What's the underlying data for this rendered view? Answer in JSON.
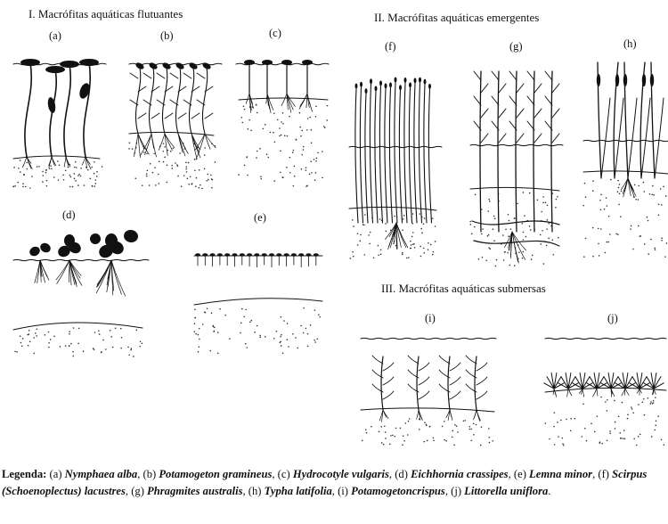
{
  "groups": [
    {
      "key": "I",
      "title": "I. Macrófitas aquáticas flutuantes"
    },
    {
      "key": "II",
      "title": "II. Macrófitas aquáticas emergentes"
    },
    {
      "key": "III",
      "title": "III. Macrófitas aquáticas submersas"
    }
  ],
  "panels": [
    "(a)",
    "(b)",
    "(c)",
    "(d)",
    "(e)",
    "(f)",
    "(g)",
    "(h)",
    "(i)",
    "(j)"
  ],
  "legend": {
    "heading": "Legenda:",
    "items": [
      {
        "code": "(a)",
        "name": "Nymphaea alba"
      },
      {
        "code": "(b)",
        "name": "Potamogeton gramineus"
      },
      {
        "code": "(c)",
        "name": "Hydrocotyle vulgaris"
      },
      {
        "code": "(d)",
        "name": "Eichhornia crassipes"
      },
      {
        "code": "(e)",
        "name": "Lemna minor"
      },
      {
        "code": "(f)",
        "name": "Scirpus (Schoenoplectus) lacustres"
      },
      {
        "code": "(g)",
        "name": "Phragmites australis"
      },
      {
        "code": "(h)",
        "name": "Typha latifolia"
      },
      {
        "code": "(i)",
        "name": "Potamogetoncrispus"
      },
      {
        "code": "(j)",
        "name": "Littorella uniflora"
      }
    ]
  }
}
